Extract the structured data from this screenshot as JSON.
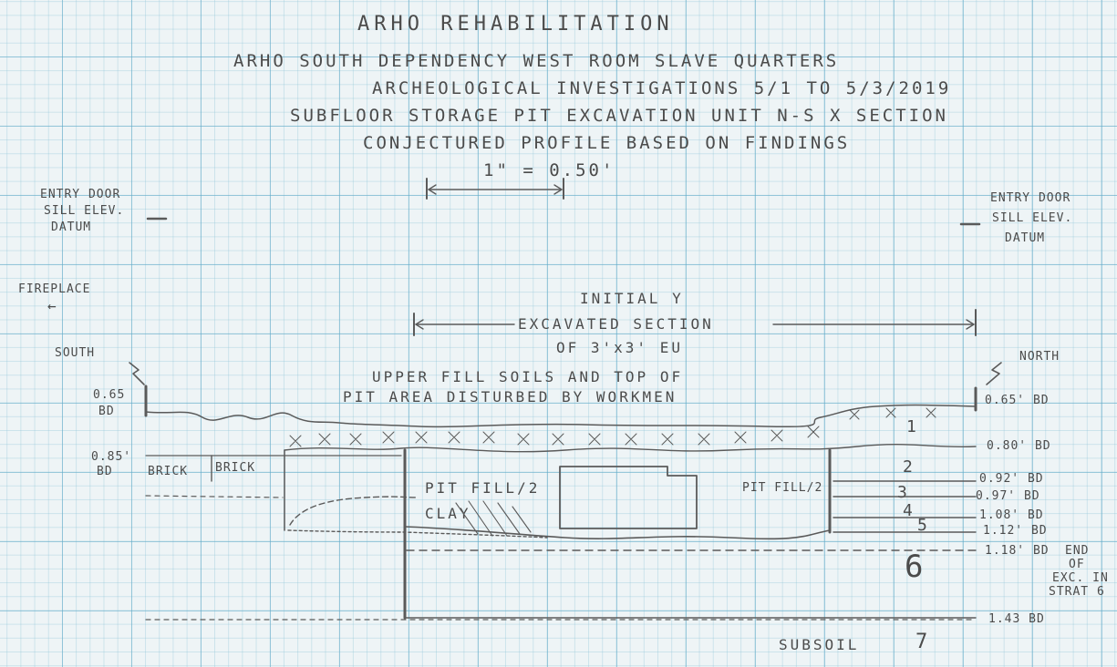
{
  "title": "ARHO REHABILITATION",
  "subtitle": [
    "ARHO SOUTH DEPENDENCY WEST ROOM SLAVE QUARTERS",
    "ARCHEOLOGICAL INVESTIGATIONS 5/1 TO 5/3/2019",
    "SUBFLOOR STORAGE PIT EXCAVATION UNIT N-S X SECTION",
    "CONJECTURED PROFILE BASED ON FINDINGS"
  ],
  "scale": "1\" = 0.50'",
  "datum_left": [
    "ENTRY DOOR",
    "SILL ELEV.",
    "DATUM"
  ],
  "datum_right": [
    "ENTRY DOOR",
    "SILL ELEV.",
    "DATUM"
  ],
  "fireplace": {
    "label": "FIREPLACE",
    "arrow": "←"
  },
  "south": "SOUTH",
  "north": "NORTH",
  "excavated_section": [
    "INITIAL Y",
    "EXCAVATED SECTION",
    "OF 3'x3' EU"
  ],
  "fill_note": [
    "UPPER FILL SOILS AND TOP OF",
    "PIT AREA DISTURBED BY WORKMEN"
  ],
  "left_elevations": [
    "0.65",
    "BD",
    "0.85'",
    "BD"
  ],
  "bricks": [
    "BRICK",
    "BRICK"
  ],
  "pit_fill_left": "PIT FILL/2",
  "clay": "CLAY",
  "pit_fill_right": "PIT FILL/2",
  "strata_numbers": [
    "1",
    "2",
    "3",
    "4",
    "5",
    "6",
    "7"
  ],
  "right_elevations": [
    "0.65' BD",
    "0.80' BD",
    "0.92' BD",
    "0.97' BD",
    "1.08' BD",
    "1.12' BD",
    "1.18' BD",
    "1.43 BD"
  ],
  "end_note": [
    "END",
    "OF",
    "EXC. IN",
    "STRAT 6"
  ],
  "subsoil": "SUBSOIL"
}
